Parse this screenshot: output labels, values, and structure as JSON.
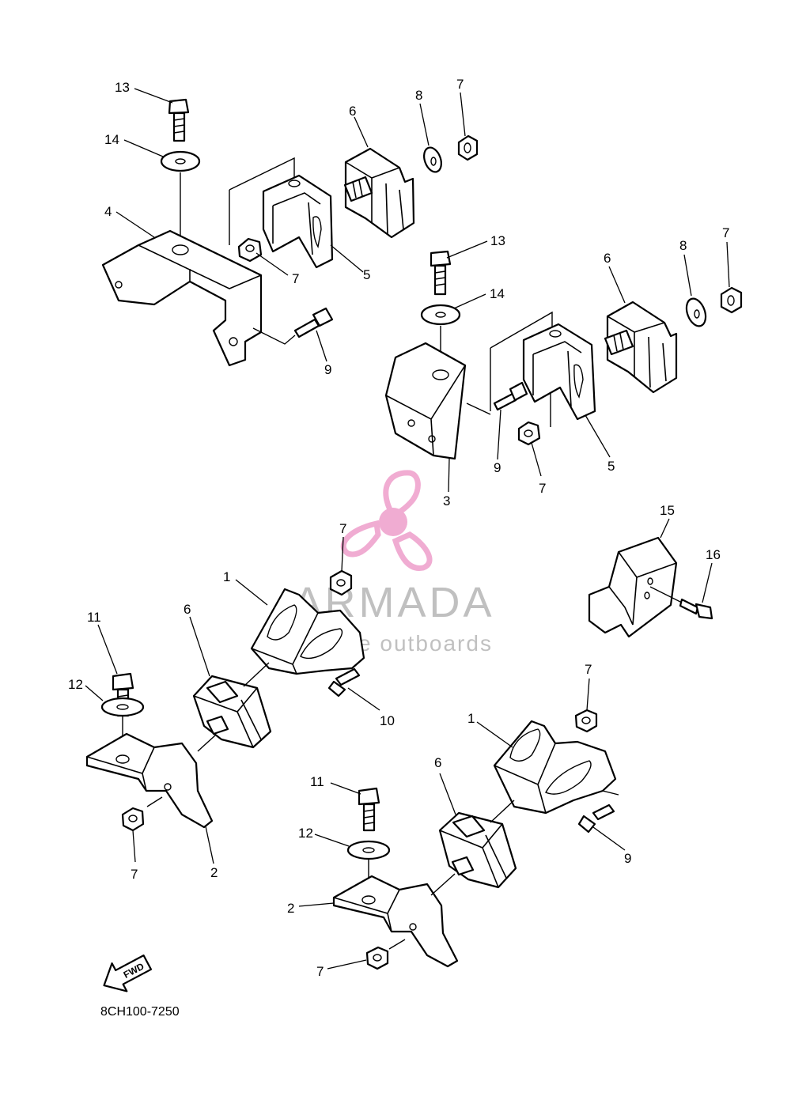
{
  "diagram_code": "8CH100-7250",
  "fwd_label": "FWD",
  "watermark": {
    "brand": "ARMADA",
    "tagline": "marine outboards",
    "logo_color": "#f0a8d0",
    "text_color": "#bdbdbd"
  },
  "callouts": {
    "c13a": "13",
    "c14a": "14",
    "c4": "4",
    "c6a": "6",
    "c8a": "8",
    "c7a": "7",
    "c7b": "7",
    "c5a": "5",
    "c9a": "9",
    "c13b": "13",
    "c14b": "14",
    "c6b": "6",
    "c8b": "8",
    "c7c": "7",
    "c9b": "9",
    "c7d": "7",
    "c5b": "5",
    "c3": "3",
    "c15": "15",
    "c16": "16",
    "c7e": "7",
    "c1a": "1",
    "c6c": "6",
    "c11a": "11",
    "c12a": "12",
    "c10": "10",
    "c7f": "7",
    "c2a": "2",
    "c7g": "7",
    "c1b": "1",
    "c6d": "6",
    "c11b": "11",
    "c12b": "12",
    "c9c": "9",
    "c2b": "2",
    "c7h": "7"
  }
}
